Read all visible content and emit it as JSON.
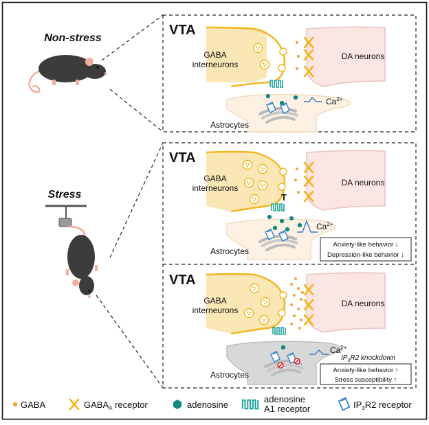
{
  "mice": {
    "non_stress_label": "Non-stress",
    "stress_label": "Stress"
  },
  "panels": [
    {
      "region": "VTA",
      "left_cell": [
        "GABA",
        "interneurons"
      ],
      "right_cell": "DA neurons",
      "glia": "Astrocytes",
      "calcium": "Ca",
      "calcium_sup": "2+"
    },
    {
      "region": "VTA",
      "left_cell": [
        "GABA",
        "interneurons"
      ],
      "right_cell": "DA neurons",
      "glia": "Astrocytes",
      "calcium": "Ca",
      "calcium_sup": "2+",
      "inhibit_mark": "T",
      "outcomes": [
        {
          "text": "Anxiety-like behavior",
          "arrow": "↓"
        },
        {
          "text": "Depression-like behavior",
          "arrow": "↓"
        }
      ]
    },
    {
      "region": "VTA",
      "left_cell": [
        "GABA",
        "interneurons"
      ],
      "right_cell": "DA neurons",
      "glia": "Astrocytes",
      "calcium": "Ca",
      "calcium_sup": "2+",
      "knockdown": {
        "pre": "IP",
        "sub": "3",
        "post": "R2 knockdown"
      },
      "outcomes": [
        {
          "text": "Anxiety-like behavior",
          "arrow": "↑"
        },
        {
          "text": "Stress susceptibility",
          "arrow": "↑"
        }
      ]
    }
  ],
  "legend": {
    "gaba": "GABA",
    "gaba_a": {
      "pre": "GABA",
      "sub": "A",
      "post": " receptor"
    },
    "adenosine": "adenosine",
    "a1_receptor": [
      "adenosine",
      "A1 receptor"
    ],
    "ip3r2": {
      "pre": "IP",
      "sub": "3",
      "post": "R2 receptor"
    }
  },
  "colors": {
    "gaba_fill": "#fbe6b6",
    "gaba_stroke": "#f4b41a",
    "gaba_dot": "#f5a23a",
    "da_fill": "#fbe6e4",
    "da_stroke": "#e8c4c0",
    "astro_fill": "#fdf1e3",
    "astro_fill_knockdown": "#d8d8d8",
    "adenosine": "#0f8a83",
    "receptor": "#1aa39a",
    "calcium": "#2e7ec9",
    "ip3r2": "#2e7ec9",
    "mouse": "#3c3c3c",
    "mouse_skin": "#f0b1a0",
    "inhibitor_red": "#d62b2b"
  }
}
